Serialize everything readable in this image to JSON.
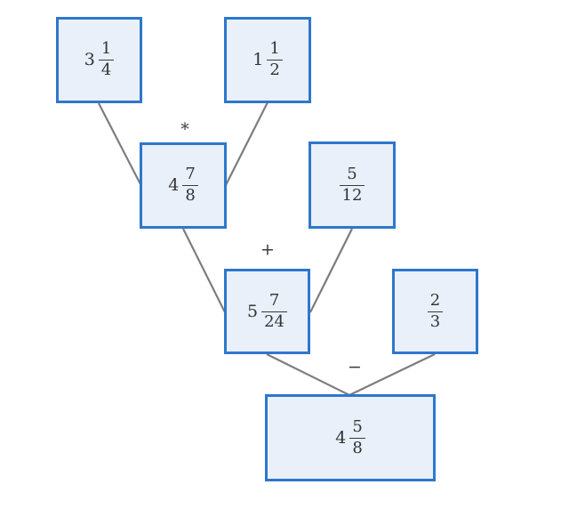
{
  "diagram": {
    "operators": {
      "multiply": "*",
      "add": "+",
      "subtract": "−"
    },
    "nodes": [
      {
        "label": "3 1/4",
        "whole": "3",
        "num": "1",
        "den": "4"
      },
      {
        "label": "1 1/2",
        "whole": "1",
        "num": "1",
        "den": "2"
      },
      {
        "label": "4 7/8",
        "whole": "4",
        "num": "7",
        "den": "8"
      },
      {
        "label": "5/12",
        "whole": "",
        "num": "5",
        "den": "12"
      },
      {
        "label": "5 7/24",
        "whole": "5",
        "num": "7",
        "den": "24"
      },
      {
        "label": "2/3",
        "whole": "",
        "num": "2",
        "den": "3"
      },
      {
        "label": "4 5/8",
        "whole": "4",
        "num": "5",
        "den": "8"
      }
    ],
    "colors": {
      "box_border": "#2e77cd",
      "box_fill": "#e9f0f9",
      "edge": "#7d7d7d",
      "text": "#333333",
      "background": "#ffffff"
    }
  }
}
